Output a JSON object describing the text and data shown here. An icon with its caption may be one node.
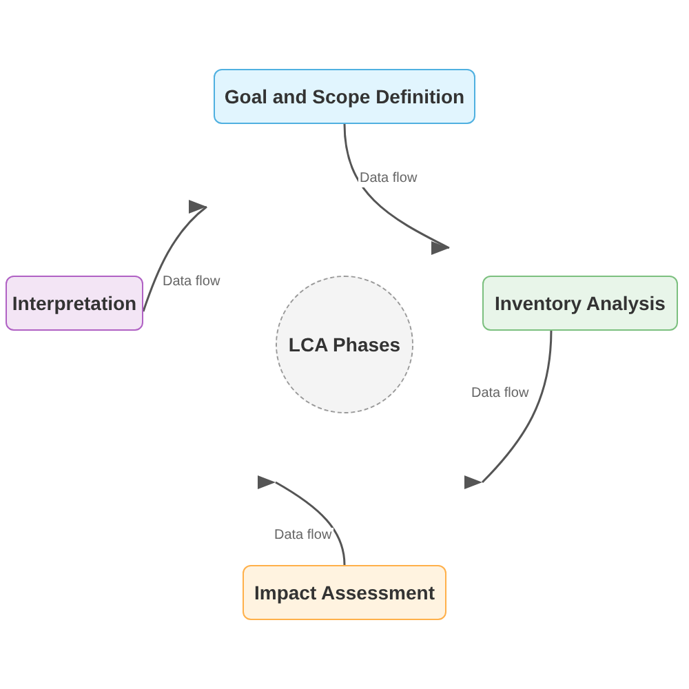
{
  "diagram": {
    "nodes": [
      {
        "text": [
          "Goal and Scope Definition"
        ]
      },
      {
        "text": [
          "Interpretation"
        ]
      },
      {
        "text": [
          "LCA Phases"
        ]
      },
      {
        "text": [
          "Inventory Analysis"
        ]
      },
      {
        "text": [
          "Impact Assessment"
        ]
      }
    ],
    "edges": [
      {
        "from": 0,
        "to": null,
        "arrow": "to",
        "label": "Data flow"
      },
      {
        "from": 1,
        "to": null,
        "arrow": "to",
        "label": "Data flow"
      },
      {
        "from": 4,
        "to": null,
        "arrow": "to",
        "label": "Data flow"
      },
      {
        "from": 3,
        "to": null,
        "arrow": "to",
        "label": "Data flow"
      }
    ]
  }
}
